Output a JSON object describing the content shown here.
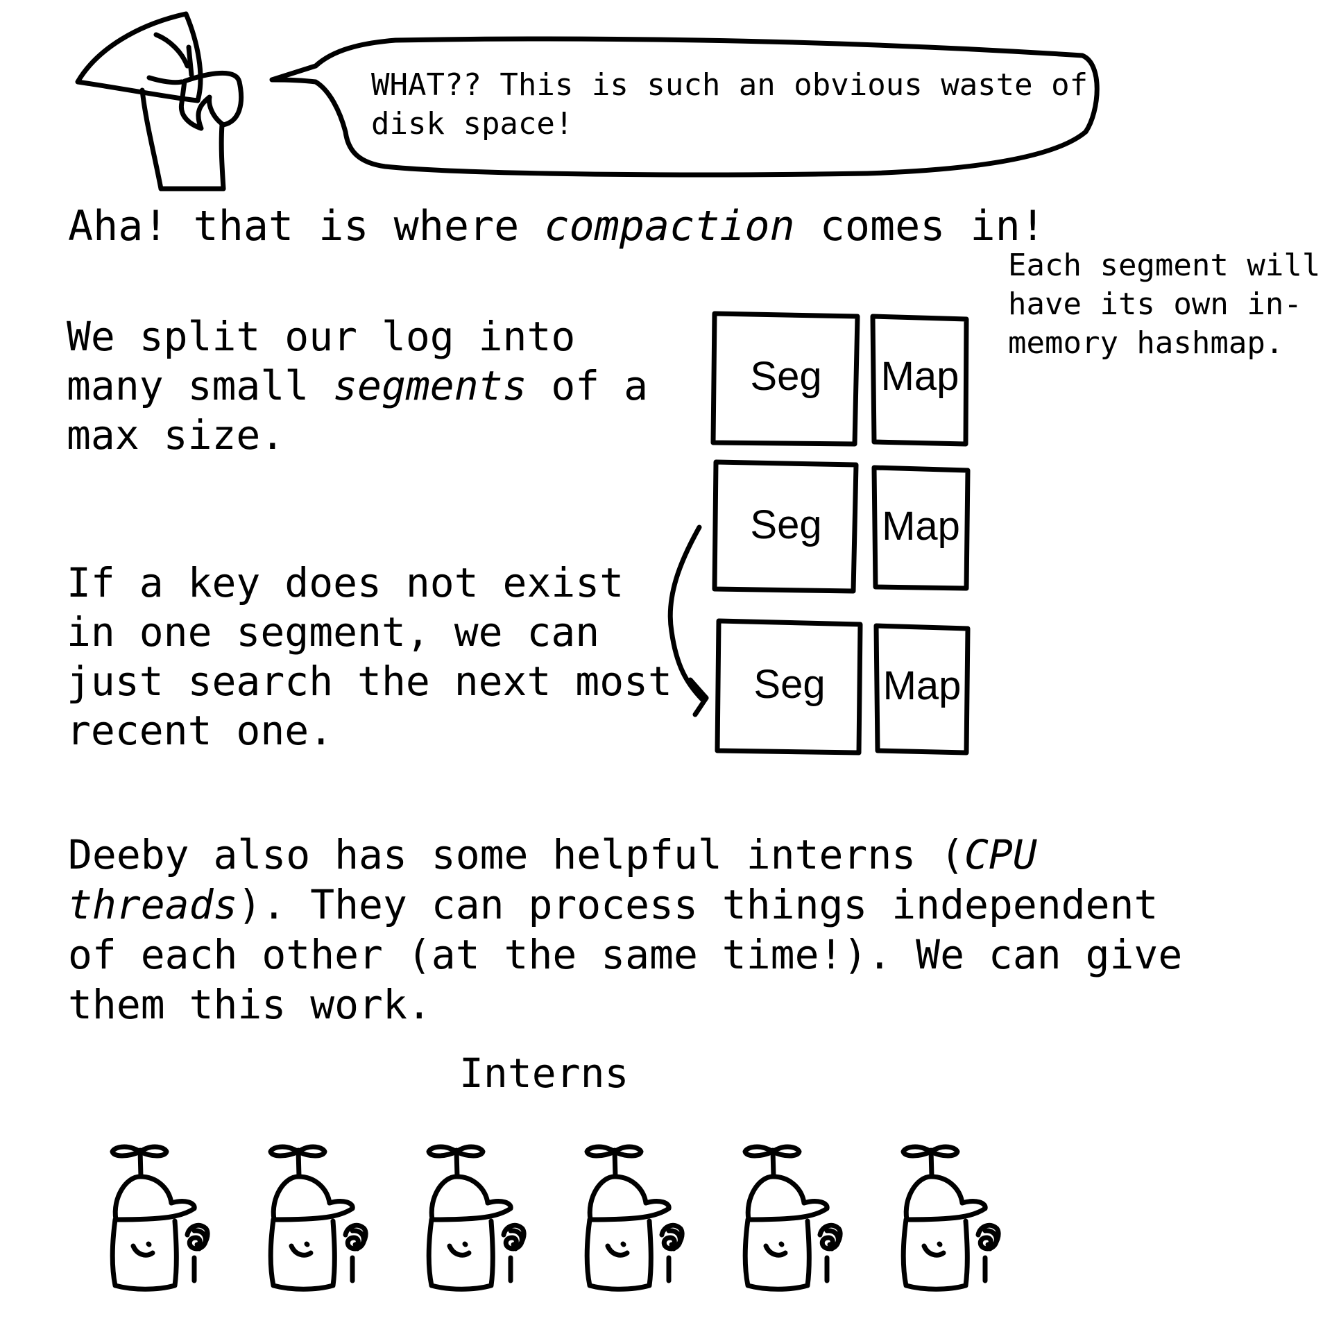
{
  "speech_bubble": {
    "text": "WHAT?? This is such an obvious waste of\ndisk space!"
  },
  "heading": {
    "before": "Aha! that is where ",
    "emphasis": "compaction",
    "after": " comes in!"
  },
  "side_note": {
    "text": "Each segment will\nhave its own in-\nmemory hashmap."
  },
  "para_segments": {
    "before": "We split our log into\nmany small ",
    "emphasis": "segments",
    "after": " of a\nmax size."
  },
  "para_search": {
    "text": "If a key does not exist\nin one segment, we can\njust search the next most\nrecent one."
  },
  "para_interns": {
    "before": "Deeby also has some helpful interns (",
    "emphasis": "CPU\nthreads",
    "after": "). They can process things independent\nof each other (at the same time!). We can give\nthem this work."
  },
  "diagram": {
    "rows": [
      {
        "segment_label": "Seg",
        "map_label": "Map"
      },
      {
        "segment_label": "Seg",
        "map_label": "Map"
      },
      {
        "segment_label": "Seg",
        "map_label": "Map"
      }
    ]
  },
  "interns": {
    "title": "Interns",
    "count": 6
  }
}
